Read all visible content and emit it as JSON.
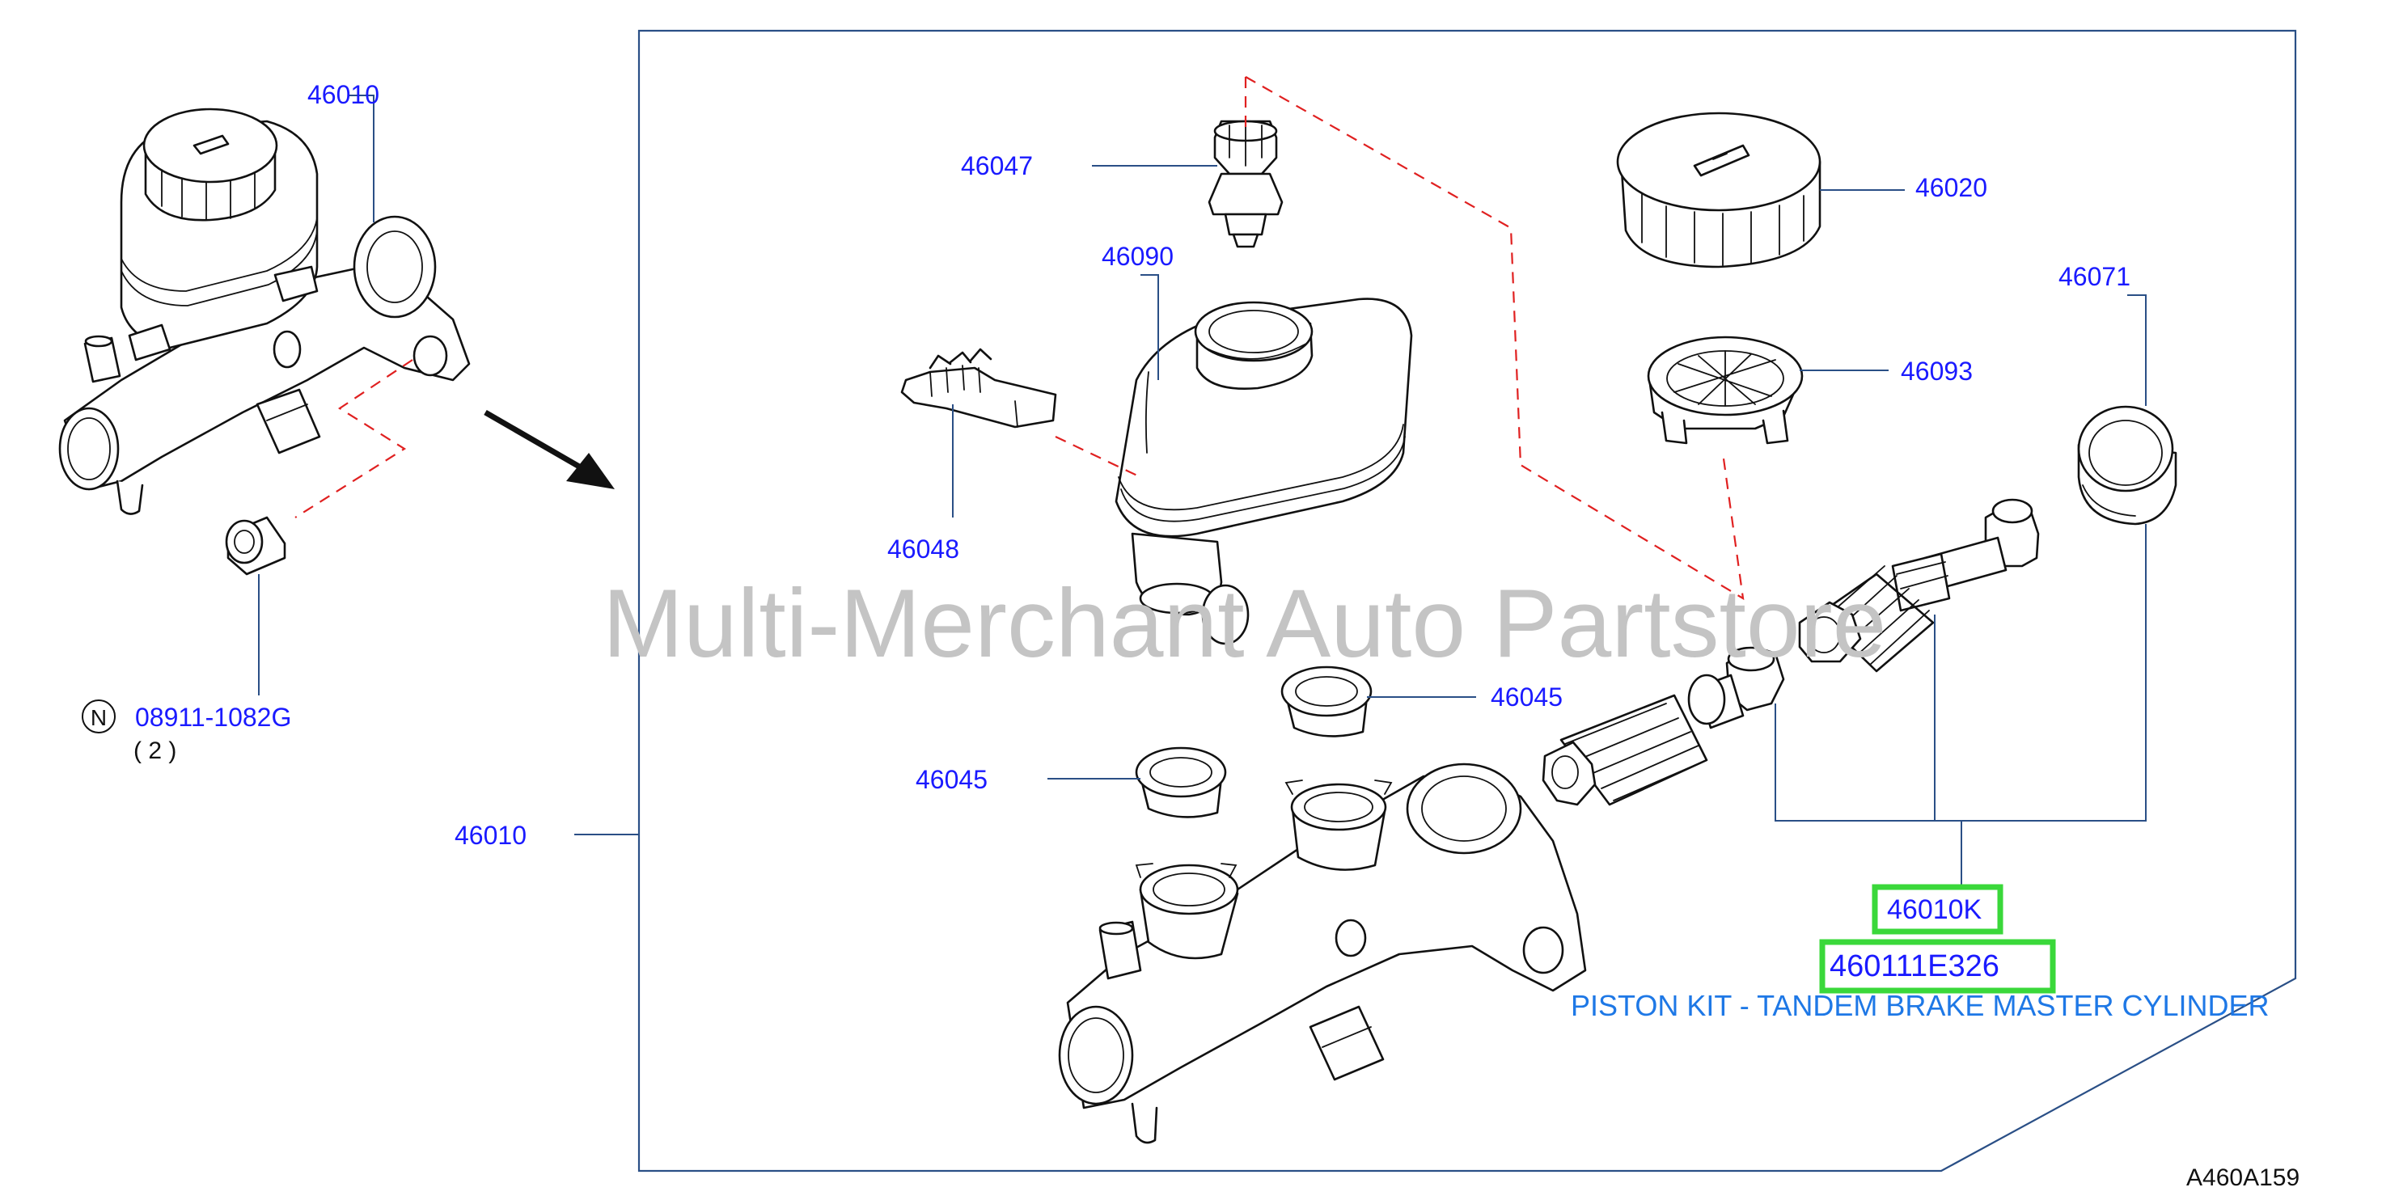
{
  "labels": {
    "p46010_top": "46010",
    "p46047": "46047",
    "p46090": "46090",
    "p46048": "46048",
    "p46020": "46020",
    "p46071": "46071",
    "p46093": "46093",
    "p46045_a": "46045",
    "p46045_b": "46045",
    "p46010_side": "46010",
    "bolt_prefix": "N",
    "bolt_code": "08911-1082G",
    "bolt_qty": "( 2 )"
  },
  "kit": {
    "code": "46010K",
    "part_number": "460111E326",
    "description": "PISTON KIT - TANDEM BRAKE MASTER CYLINDER"
  },
  "watermark": "Multi-Merchant Auto Partstore",
  "diagram_code": "A460A159",
  "colors": {
    "label": "#1a1aff",
    "callout": "#2a4f86",
    "dashed": "#e02020",
    "highlight": "#3ad83a",
    "description": "#1e78e6"
  }
}
